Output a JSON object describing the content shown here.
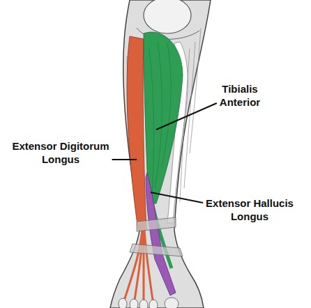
{
  "diagram": {
    "labels": [
      "Tibialis Anterior",
      "Extensor Digitorum Longus",
      "Extensor Hallucis Longus"
    ]
  }
}
